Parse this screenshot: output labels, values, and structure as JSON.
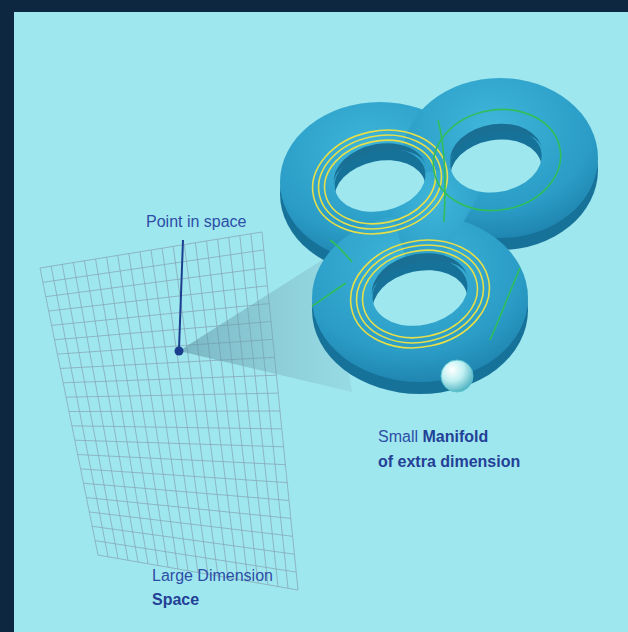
{
  "diagram": {
    "labels": [
      "Point in space",
      "Small",
      "Manifold",
      "of extra dimension",
      "Large Dimension",
      "Space"
    ]
  }
}
